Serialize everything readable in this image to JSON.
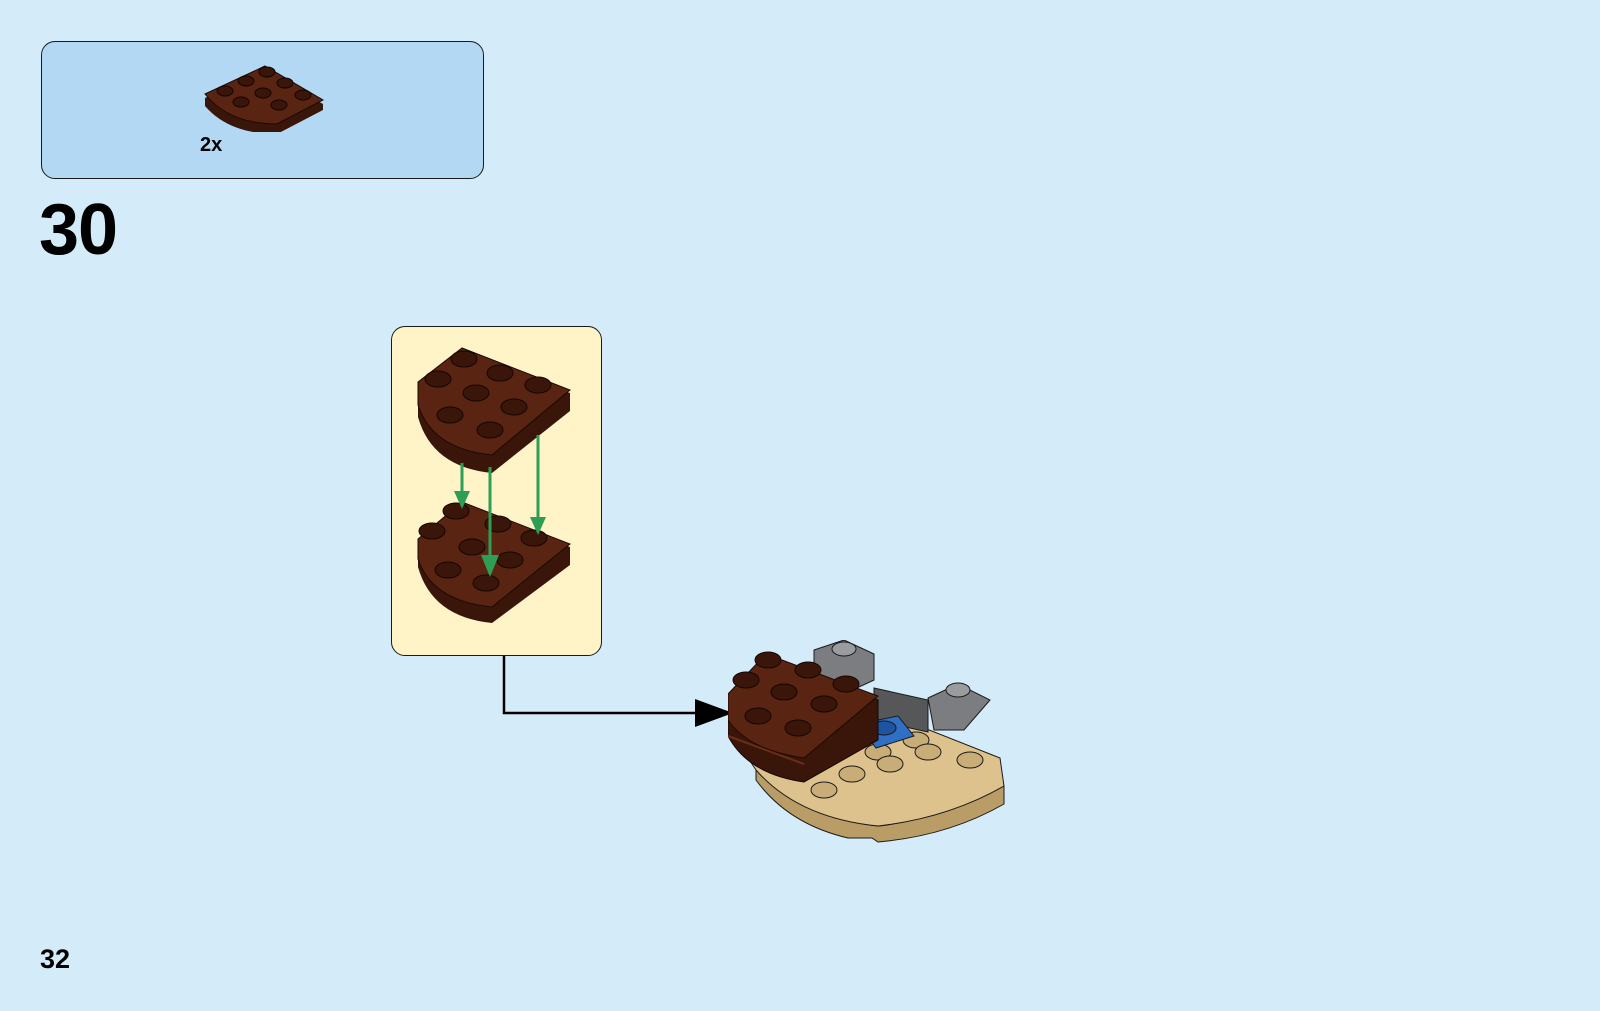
{
  "parts_list": {
    "items": [
      {
        "part_icon": "brown-round-corner-plate-icon",
        "quantity": "2x"
      }
    ]
  },
  "step": {
    "number": "30"
  },
  "page": {
    "number": "32"
  },
  "colors": {
    "background": "#d4ebfa",
    "parts_box": "#b2d8f4",
    "callout": "#fff3c8",
    "brown_plate": "#5a2412",
    "tan_base": "#ddc28e",
    "arrow_green": "#2f9e55"
  }
}
